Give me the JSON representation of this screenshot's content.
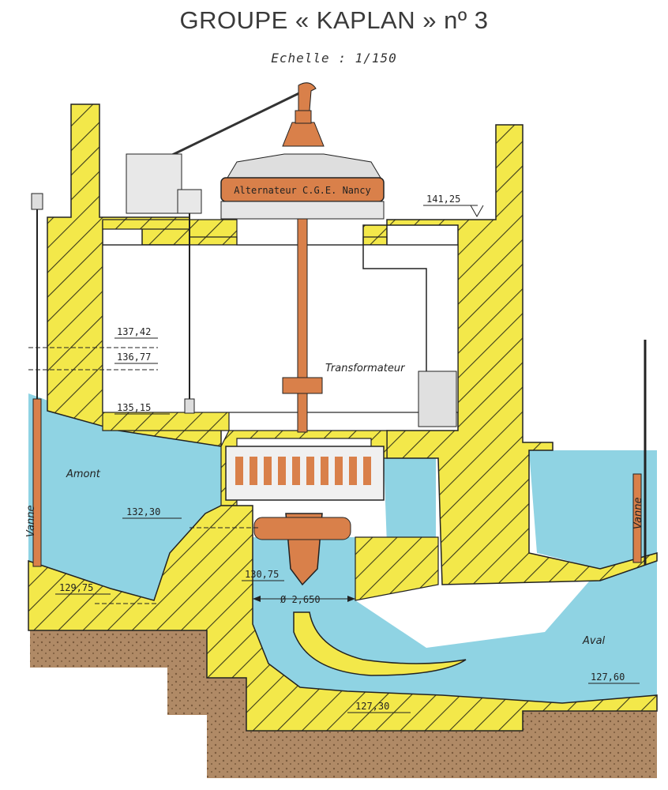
{
  "title": "GROUPE « KAPLAN » nº 3",
  "scale": "Echelle : 1/150",
  "labels": {
    "alternator": "Alternateur C.G.E. Nancy",
    "transformer": "Transformateur",
    "upstream": "Amont",
    "downstream": "Aval",
    "gate_left": "Vanne",
    "gate_right": "Vanne",
    "diameter": "Ø 2,650"
  },
  "levels": {
    "l14125": "141,25",
    "l13742": "137,42",
    "l13677": "136,77",
    "l13515": "135,15",
    "l13230": "132,30",
    "l13075": "130,75",
    "l12975": "129,75",
    "l12760": "127,60",
    "l12730": "127,30"
  },
  "colors": {
    "concrete": "#f3e84a",
    "hatch": "#3a3a1a",
    "water": "#8fd3e3",
    "copper": "#d9804a",
    "earth": "#a88561",
    "machine": "#d8d8d8"
  }
}
